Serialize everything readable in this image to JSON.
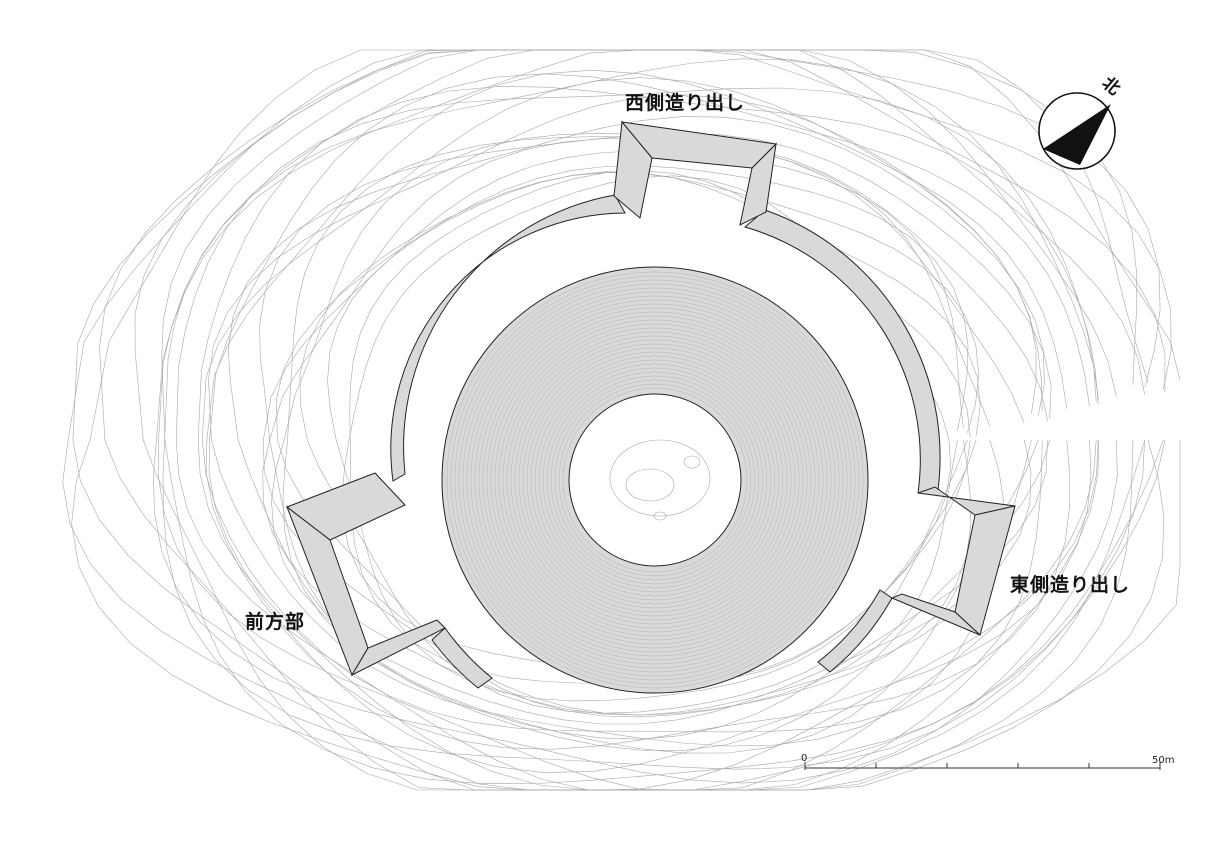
{
  "labels": {
    "west_projection": "西側造り出し",
    "east_projection": "東側造り出し",
    "front_part": "前方部"
  },
  "north": {
    "label": "北",
    "icon": "north-arrow-icon"
  },
  "scale": {
    "start": "0",
    "end": "50m"
  },
  "colors": {
    "terrace_fill": "#d9d9d9",
    "contour": "#9a9a9a",
    "outline": "#222222"
  }
}
